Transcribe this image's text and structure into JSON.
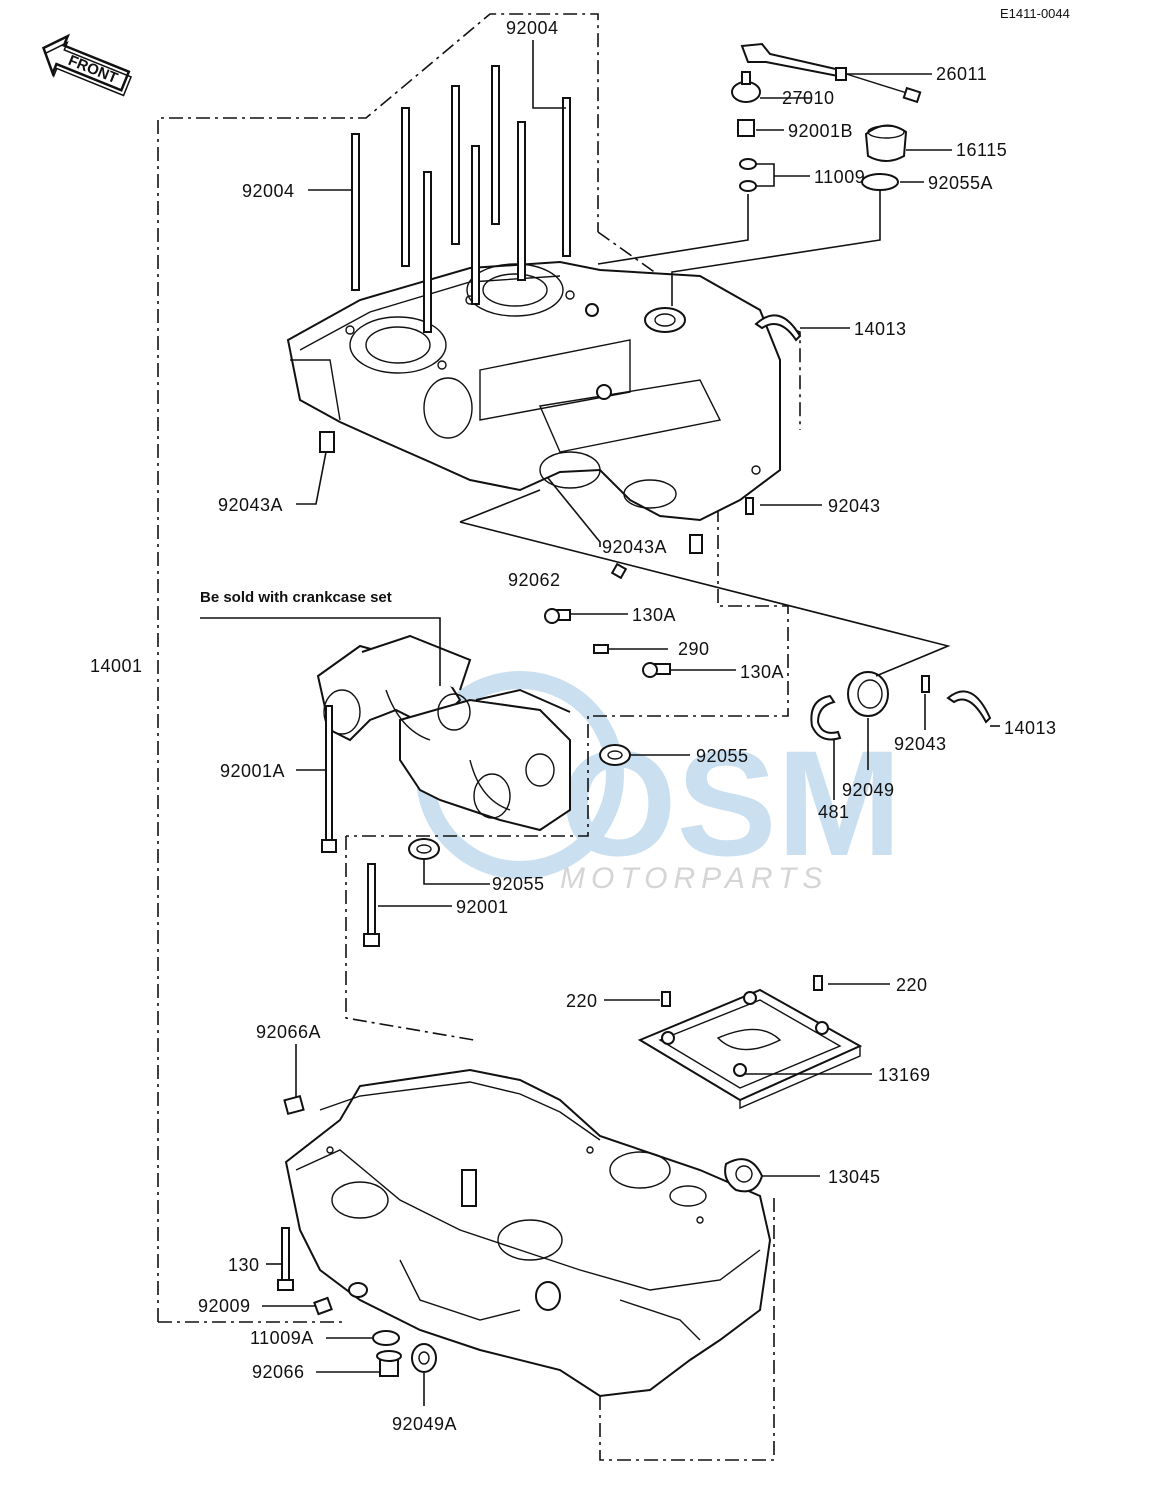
{
  "diagram_code": "E1411-0044",
  "front_arrow_label": "FRONT",
  "note": "Be sold with crankcase set",
  "watermark": {
    "brand": "OSM",
    "sub": "MOTORPARTS",
    "color": "#b9d6ec"
  },
  "labels": {
    "l92004_top": "92004",
    "l92004_left": "92004",
    "l26011": "26011",
    "l27010": "27010",
    "l92001B": "92001B",
    "l16115": "16115",
    "l11009": "11009",
    "l92055A": "92055A",
    "l14013_top": "14013",
    "l92043A_left": "92043A",
    "l92043_right": "92043",
    "l92043A_mid": "92043A",
    "l92062": "92062",
    "l130A_a": "130A",
    "l290": "290",
    "l130A_b": "130A",
    "l14001": "14001",
    "l92055_mid": "92055",
    "l92001A": "92001A",
    "l481": "481",
    "l92049": "92049",
    "l92043_low": "92043",
    "l14013_low": "14013",
    "l92055_low": "92055",
    "l92001": "92001",
    "l220_left": "220",
    "l220_right": "220",
    "l13169": "13169",
    "l92066A": "92066A",
    "l13045": "13045",
    "l130": "130",
    "l92009": "92009",
    "l11009A": "11009A",
    "l92066": "92066",
    "l92049A": "92049A"
  }
}
